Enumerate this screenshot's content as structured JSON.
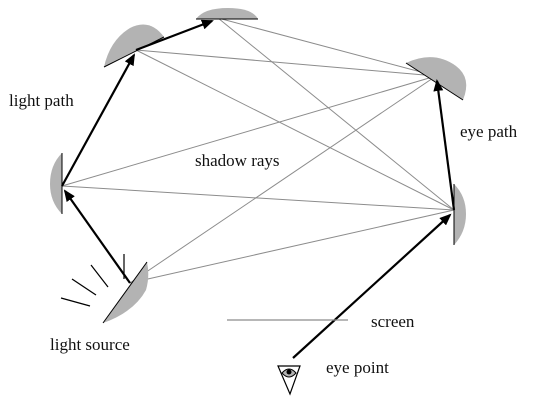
{
  "labels": {
    "light_path": "light path",
    "shadow_rays": "shadow rays",
    "eye_path": "eye path",
    "light_source": "light source",
    "screen": "screen",
    "eye_point": "eye point"
  },
  "colors": {
    "surface_fill": "#b3b3b3",
    "thin_ray": "#8c8c8c",
    "thick_arrow": "#000000",
    "text": "#111111"
  },
  "icons": {
    "eye": "eye-icon",
    "light_rays": "light-emission-icon"
  }
}
